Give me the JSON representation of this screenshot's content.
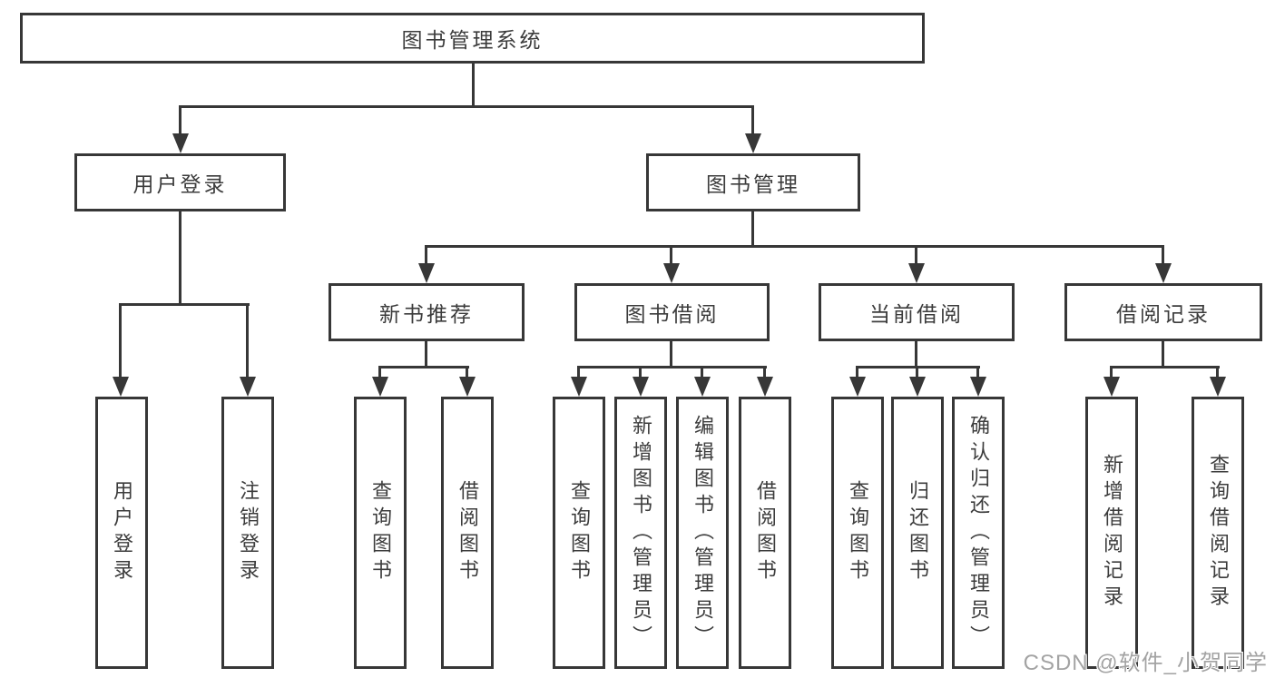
{
  "colors": {
    "line": "#373737",
    "text": "#3c3c3c",
    "watermark": "#a3a3a3",
    "background": "#ffffff"
  },
  "watermark": "CSDN @软件_小贺同学",
  "nodes": {
    "root": {
      "label": "图书管理系统"
    },
    "level2": [
      {
        "label": "用户登录"
      },
      {
        "label": "图书管理"
      }
    ],
    "level3": [
      {
        "label": "新书推荐"
      },
      {
        "label": "图书借阅"
      },
      {
        "label": "当前借阅"
      },
      {
        "label": "借阅记录"
      }
    ],
    "leaves": [
      {
        "label": "用户登录"
      },
      {
        "label": "注销登录"
      },
      {
        "label": "查询图书"
      },
      {
        "label": "借阅图书"
      },
      {
        "label": "查询图书"
      },
      {
        "label": "新增图书（管理员）"
      },
      {
        "label": "编辑图书（管理员）"
      },
      {
        "label": "借阅图书"
      },
      {
        "label": "查询图书"
      },
      {
        "label": "归还图书"
      },
      {
        "label": "确认归还（管理员）"
      },
      {
        "label": "新增借阅记录"
      },
      {
        "label": "查询借阅记录"
      }
    ]
  }
}
